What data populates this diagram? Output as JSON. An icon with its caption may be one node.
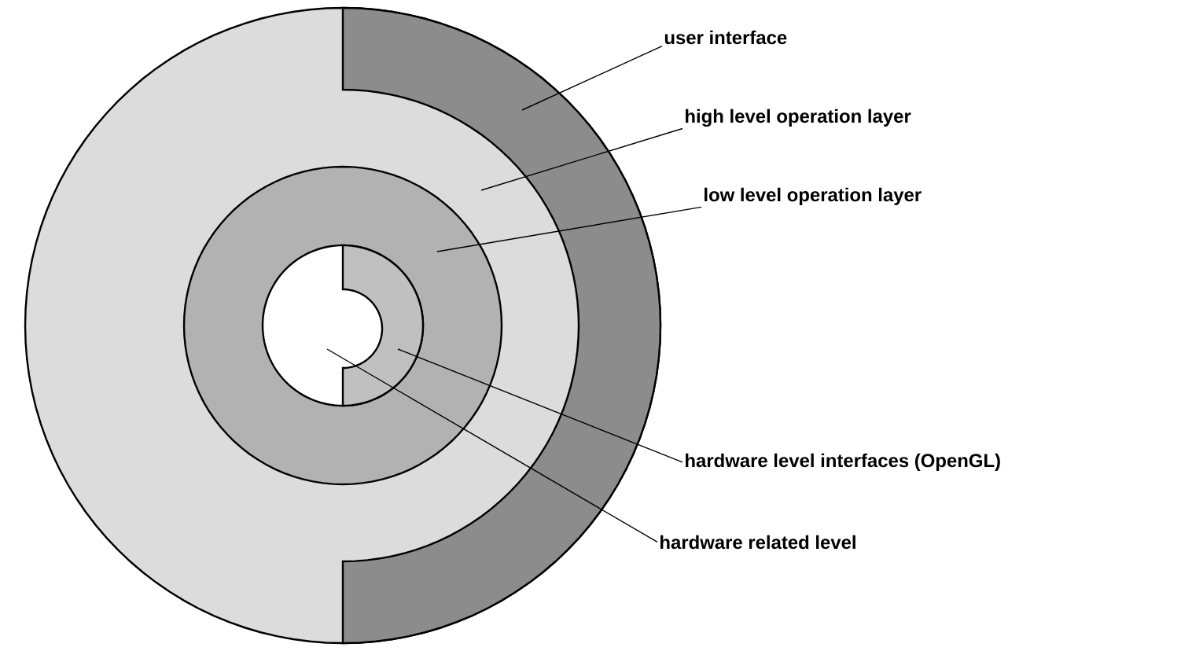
{
  "diagram": {
    "nodes": [
      {
        "text": [],
        "shape": "ring",
        "in": 1
      },
      {
        "text": [],
        "shape": "circle"
      },
      {
        "text": [],
        "shape": "ring",
        "in": 1
      },
      {
        "text": [],
        "shape": "ring",
        "in": 4
      },
      {
        "text": [],
        "shape": "circle",
        "in": 2
      },
      {
        "text": [
          "user interface"
        ]
      },
      {
        "text": [
          "high level operation layer"
        ]
      },
      {
        "text": [
          "low level operation layer"
        ]
      },
      {
        "text": [
          "hardware level interfaces (OpenGL)"
        ]
      },
      {
        "text": [
          "hardware related level"
        ]
      }
    ],
    "edges": [
      {
        "from": 5,
        "to": 0,
        "arrow": "none"
      },
      {
        "from": 6,
        "to": 1,
        "arrow": "none"
      },
      {
        "from": 7,
        "to": 2,
        "arrow": "none"
      },
      {
        "from": 8,
        "to": 3,
        "arrow": "none"
      },
      {
        "from": 9,
        "to": 4,
        "arrow": "none"
      }
    ]
  }
}
